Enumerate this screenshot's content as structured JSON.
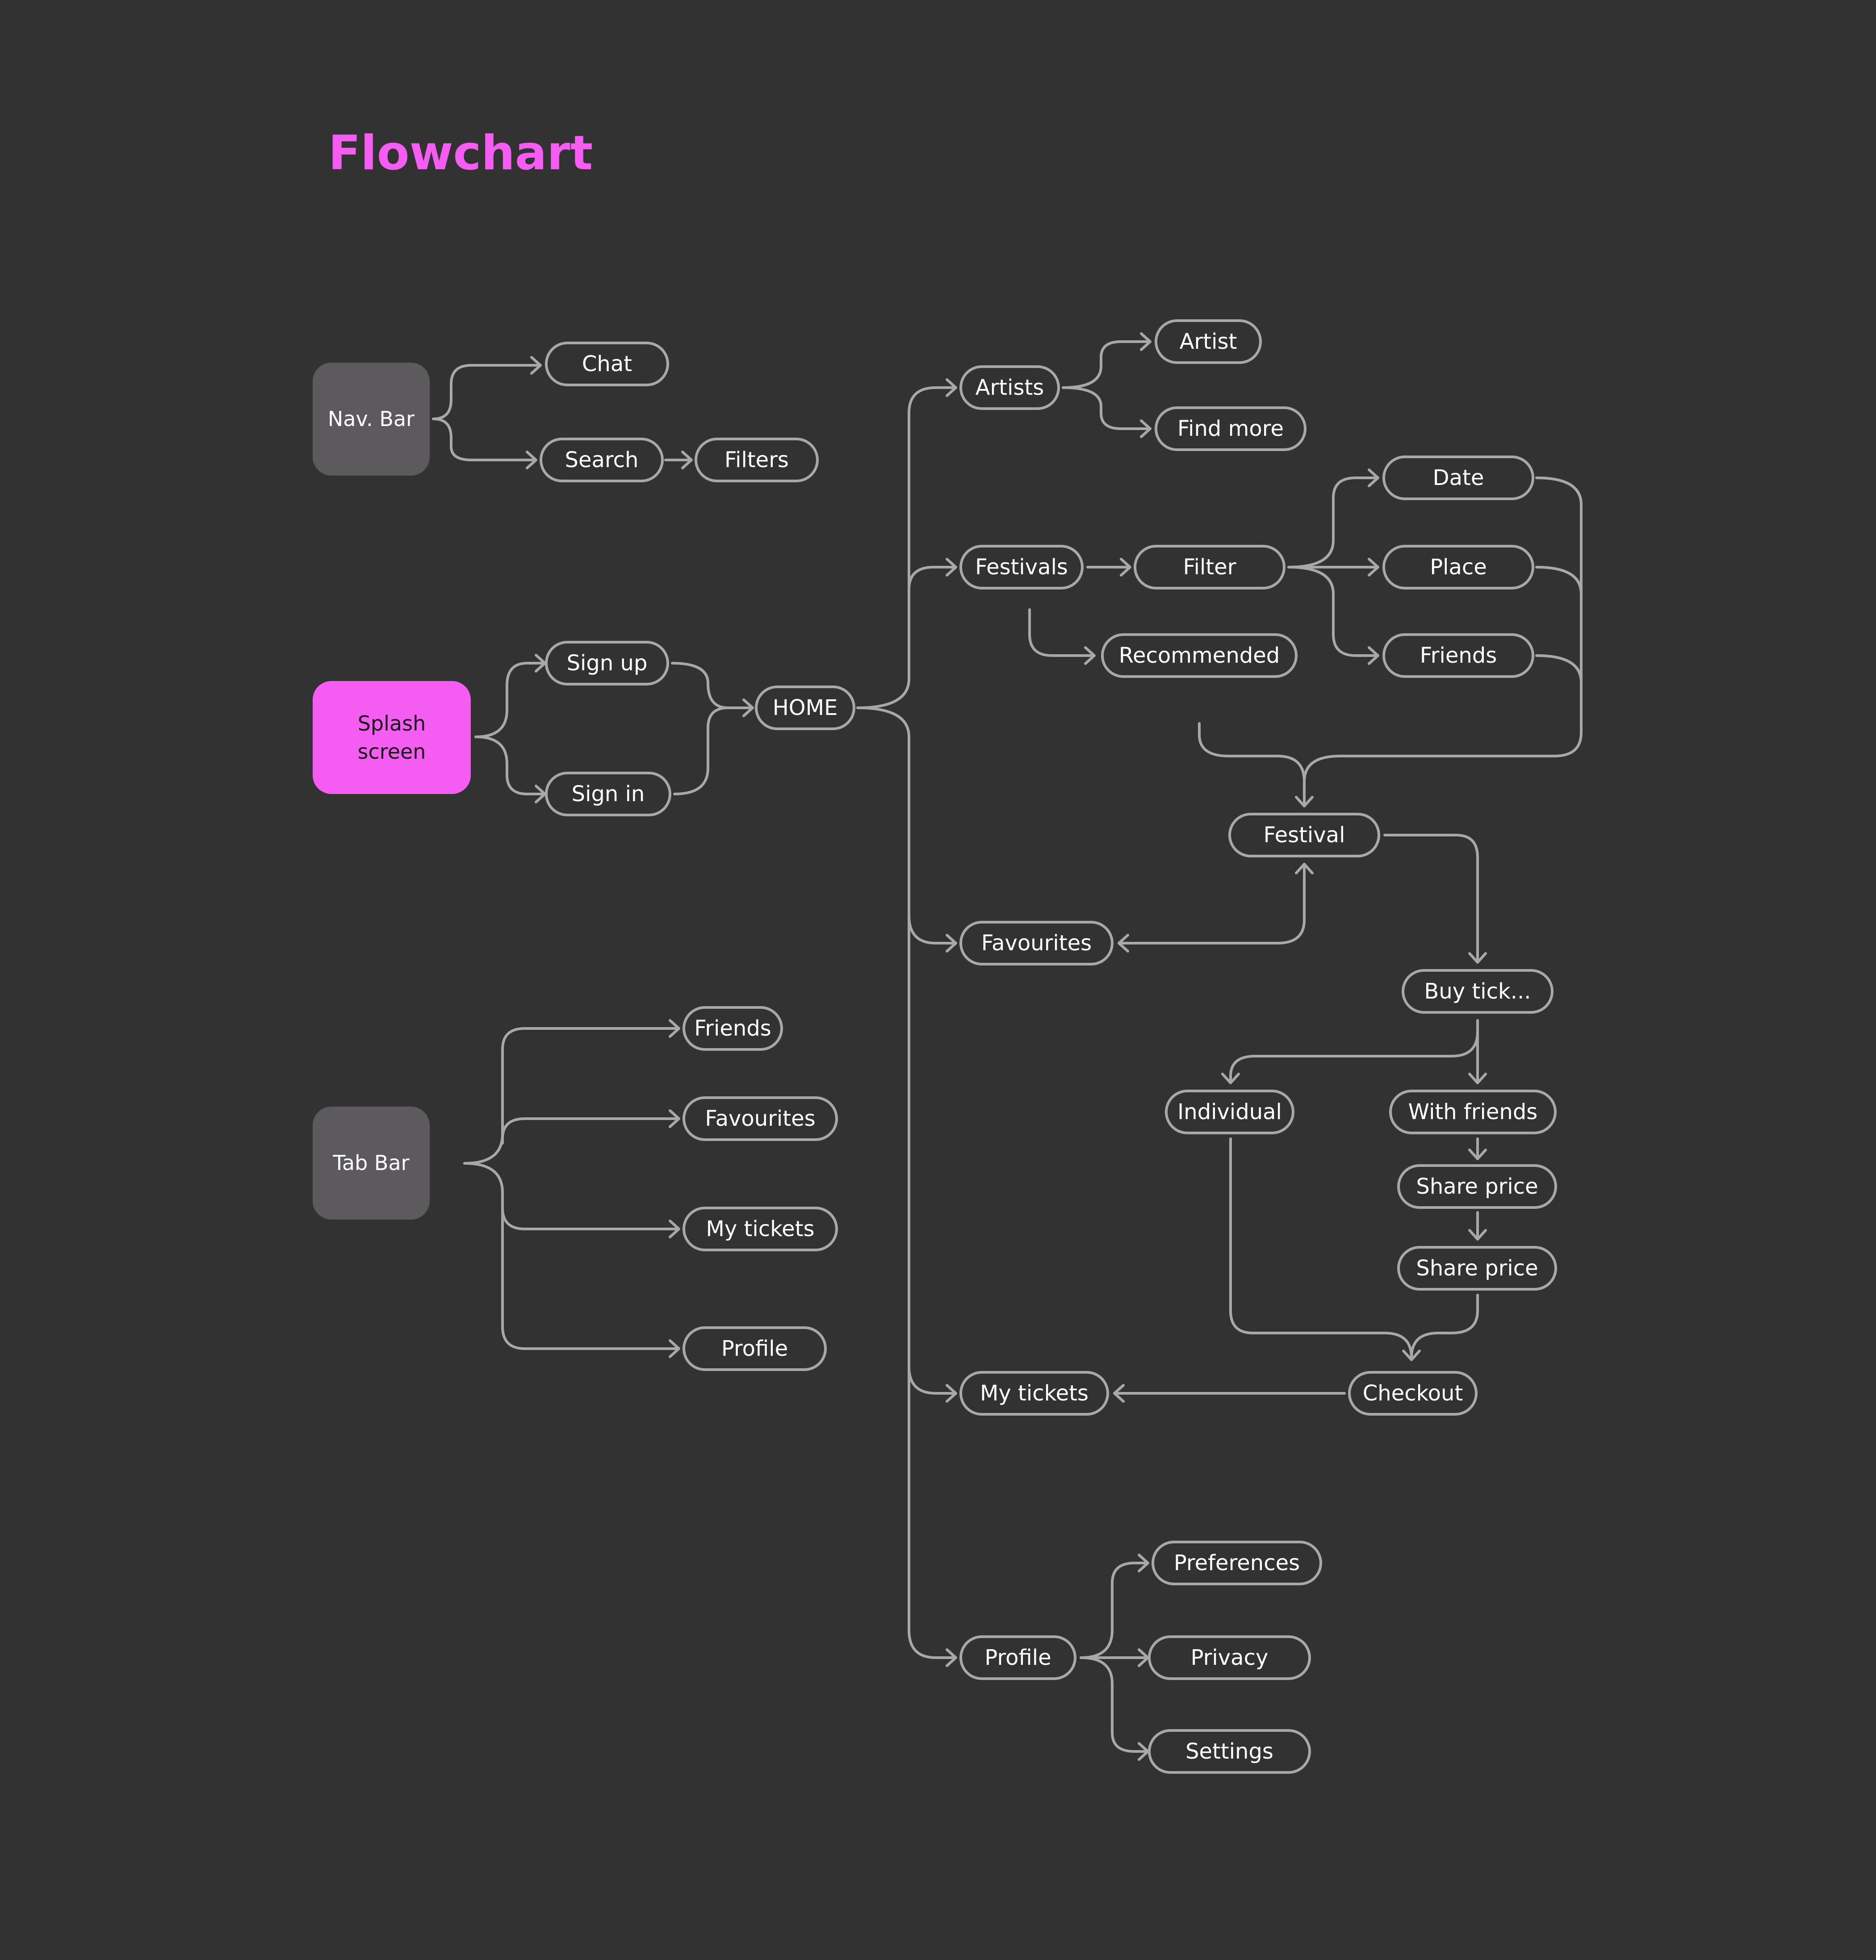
{
  "title": "Flowchart",
  "colors": {
    "background": "#333233",
    "accent": "#f45cf2",
    "box_fill": "#5c5a5c",
    "line": "#a8a8a8",
    "text": "#ffffff"
  },
  "roots": {
    "nav_bar": "Nav. Bar",
    "splash_line1": "Splash",
    "splash_line2": "screen",
    "tab_bar": "Tab Bar"
  },
  "nodes": {
    "chat": "Chat",
    "search": "Search",
    "filters": "Filters",
    "sign_up": "Sign up",
    "sign_in": "Sign in",
    "home": "HOME",
    "tab_friends": "Friends",
    "tab_favourites": "Favourites",
    "tab_my_tickets": "My tickets",
    "tab_profile": "Profile",
    "artists": "Artists",
    "artist": "Artist",
    "find_more": "Find more",
    "festivals": "Festivals",
    "filter": "Filter",
    "recommended": "Recommended",
    "date": "Date",
    "place": "Place",
    "friends": "Friends",
    "festival": "Festival",
    "favourites": "Favourites",
    "buy_tickets": "Buy tick...",
    "individual": "Individual",
    "with_friends": "With friends",
    "share_price_1": "Share price",
    "share_price_2": "Share price",
    "checkout": "Checkout",
    "my_tickets": "My tickets",
    "profile": "Profile",
    "preferences": "Preferences",
    "privacy": "Privacy",
    "settings": "Settings"
  }
}
